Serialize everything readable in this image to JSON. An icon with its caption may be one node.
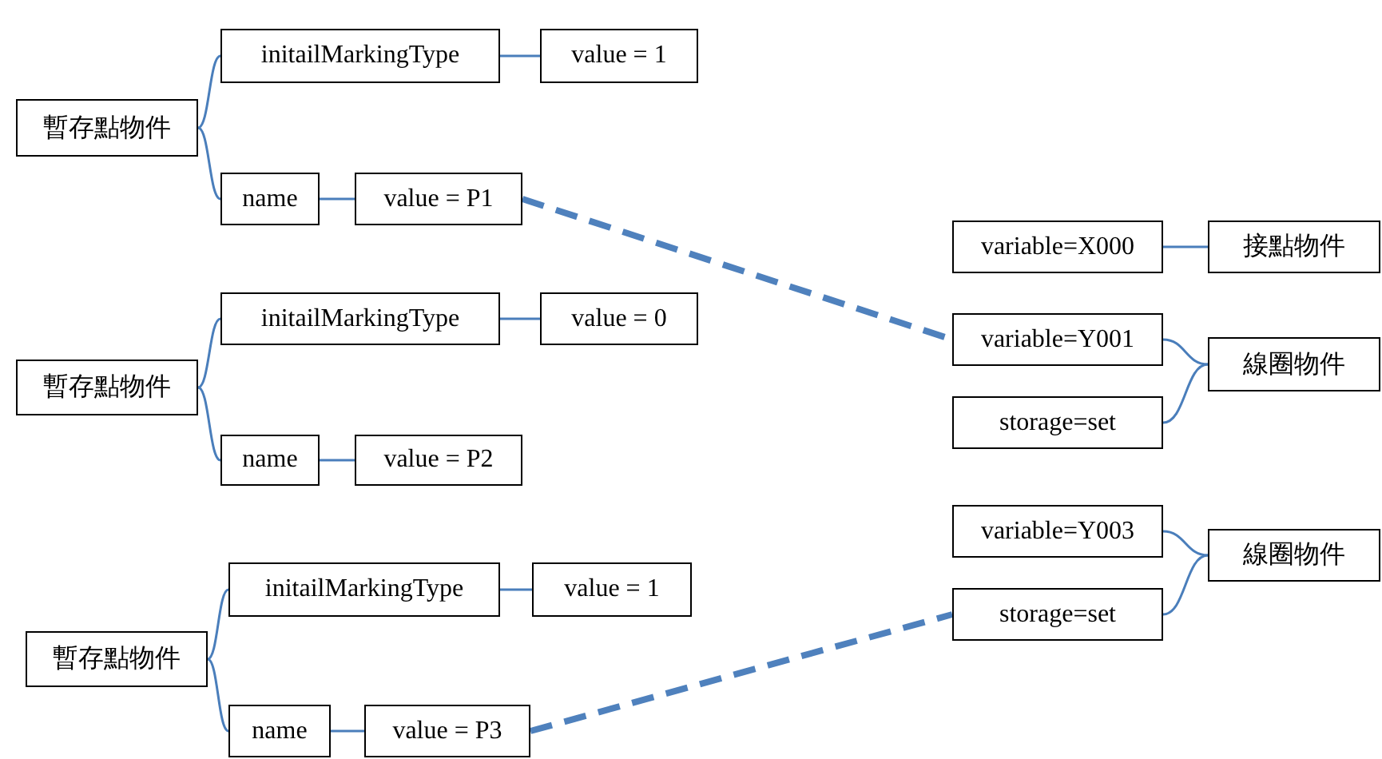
{
  "diagram": {
    "nodes": [
      {
        "text": [
          "暫存點物件"
        ]
      },
      {
        "text": [
          "initailMarkingType"
        ]
      },
      {
        "text": [
          "value = 1"
        ]
      },
      {
        "text": [
          "name"
        ]
      },
      {
        "text": [
          "value = P1"
        ]
      },
      {
        "text": [
          "variable=X000"
        ]
      },
      {
        "text": [
          "接點物件"
        ]
      },
      {
        "text": [
          "暫存點物件"
        ]
      },
      {
        "text": [
          "initailMarkingType"
        ]
      },
      {
        "text": [
          "value = 0"
        ]
      },
      {
        "text": [
          "variable=Y001"
        ]
      },
      {
        "text": [
          "線圈物件"
        ]
      },
      {
        "text": [
          "storage=set"
        ]
      },
      {
        "text": [
          "name"
        ]
      },
      {
        "text": [
          "value = P2"
        ]
      },
      {
        "text": [
          "variable=Y003"
        ]
      },
      {
        "text": [
          "線圈物件"
        ]
      },
      {
        "text": [
          "initailMarkingType"
        ]
      },
      {
        "text": [
          "value = 1"
        ]
      },
      {
        "text": [
          "storage=set"
        ]
      },
      {
        "text": [
          "暫存點物件"
        ]
      },
      {
        "text": [
          "name"
        ]
      },
      {
        "text": [
          "value = P3"
        ]
      }
    ],
    "edges": [
      {
        "from": 0,
        "to": 1,
        "arrow": "none"
      },
      {
        "from": 1,
        "to": 2,
        "arrow": "none"
      },
      {
        "from": 0,
        "to": 3,
        "arrow": "none"
      },
      {
        "from": 3,
        "to": 4,
        "arrow": "none"
      },
      {
        "from": 4,
        "to": 10,
        "arrow": "none",
        "style": "dashed",
        "color": "#4f81bd"
      },
      {
        "from": 5,
        "to": 6,
        "arrow": "none"
      },
      {
        "from": 11,
        "to": 10,
        "arrow": "none"
      },
      {
        "from": 11,
        "to": 12,
        "arrow": "none"
      },
      {
        "from": 7,
        "to": 8,
        "arrow": "none"
      },
      {
        "from": 8,
        "to": 9,
        "arrow": "none"
      },
      {
        "from": 7,
        "to": 13,
        "arrow": "none"
      },
      {
        "from": 13,
        "to": 14,
        "arrow": "none"
      },
      {
        "from": 16,
        "to": 15,
        "arrow": "none"
      },
      {
        "from": 16,
        "to": 19,
        "arrow": "none"
      },
      {
        "from": 20,
        "to": 17,
        "arrow": "none"
      },
      {
        "from": 17,
        "to": 18,
        "arrow": "none"
      },
      {
        "from": 20,
        "to": 21,
        "arrow": "none"
      },
      {
        "from": 21,
        "to": 22,
        "arrow": "none"
      },
      {
        "from": 22,
        "to": 19,
        "arrow": "none",
        "style": "dashed",
        "color": "#4f81bd"
      }
    ]
  }
}
